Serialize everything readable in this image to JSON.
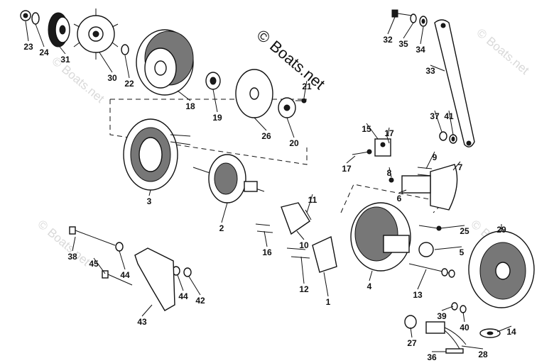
{
  "watermark": {
    "brand": "Boats.net",
    "symbol": "©"
  },
  "parts": [
    {
      "id": "23"
    },
    {
      "id": "24"
    },
    {
      "id": "31"
    },
    {
      "id": "30"
    },
    {
      "id": "22"
    },
    {
      "id": "18"
    },
    {
      "id": "19"
    },
    {
      "id": "26"
    },
    {
      "id": "21"
    },
    {
      "id": "20"
    },
    {
      "id": "32"
    },
    {
      "id": "35"
    },
    {
      "id": "34"
    },
    {
      "id": "33"
    },
    {
      "id": "37"
    },
    {
      "id": "41"
    },
    {
      "id": "3"
    },
    {
      "id": "2"
    },
    {
      "id": "15"
    },
    {
      "id": "17"
    },
    {
      "id": "17"
    },
    {
      "id": "8"
    },
    {
      "id": "9"
    },
    {
      "id": "7"
    },
    {
      "id": "6"
    },
    {
      "id": "11"
    },
    {
      "id": "10"
    },
    {
      "id": "16"
    },
    {
      "id": "12"
    },
    {
      "id": "1"
    },
    {
      "id": "25"
    },
    {
      "id": "29"
    },
    {
      "id": "5"
    },
    {
      "id": "4"
    },
    {
      "id": "13"
    },
    {
      "id": "38"
    },
    {
      "id": "45"
    },
    {
      "id": "44"
    },
    {
      "id": "44"
    },
    {
      "id": "42"
    },
    {
      "id": "43"
    },
    {
      "id": "39"
    },
    {
      "id": "40"
    },
    {
      "id": "14"
    },
    {
      "id": "27"
    },
    {
      "id": "28"
    },
    {
      "id": "36"
    }
  ]
}
